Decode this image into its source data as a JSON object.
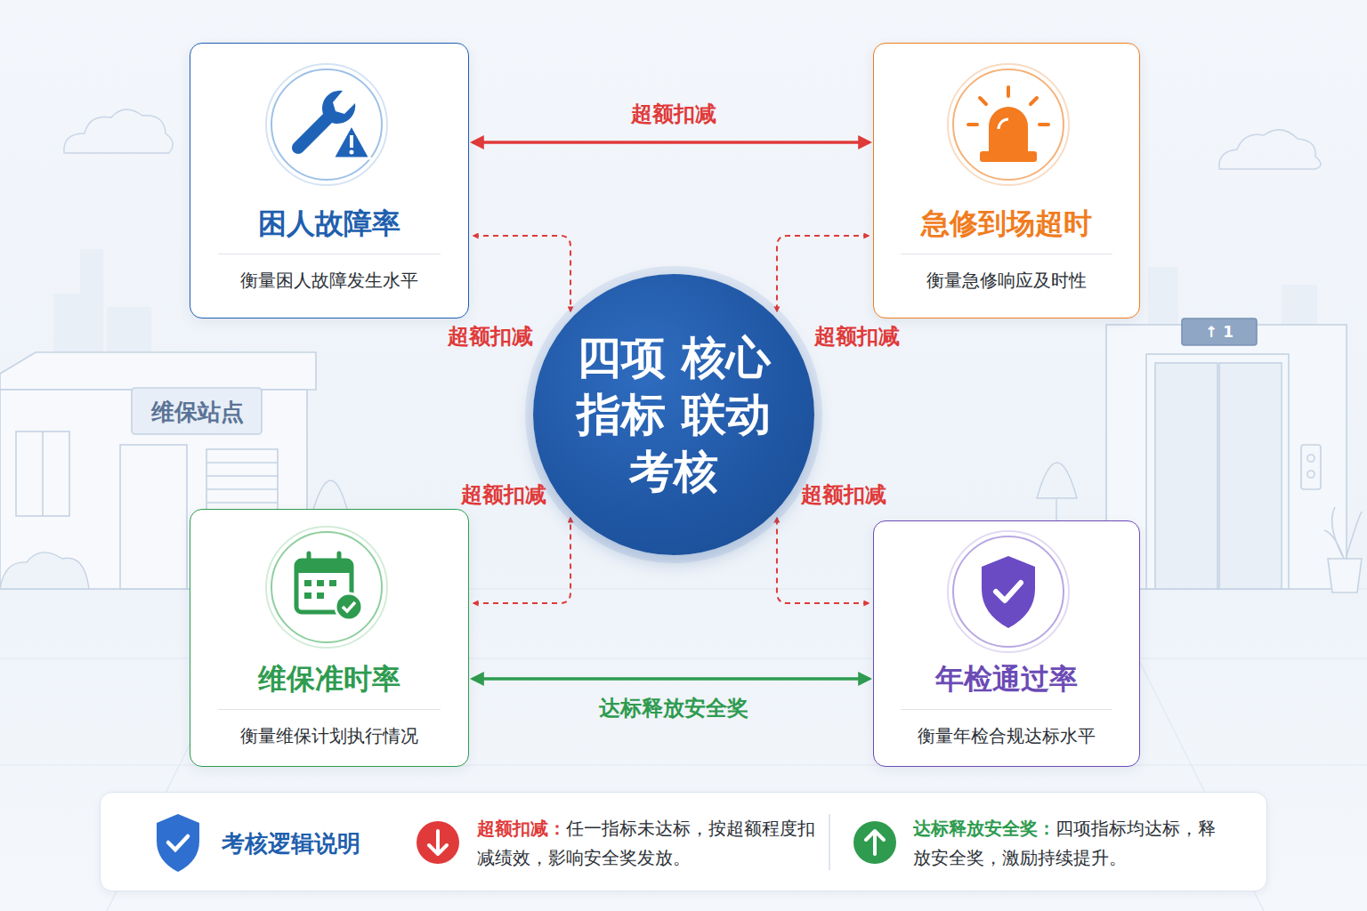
{
  "diagram": {
    "nodes": [
      {
        "text": [
          "困人故障率",
          "衡量困人故障发生水平"
        ]
      },
      {
        "text": [
          "急修到场超时",
          "衡量急修响应及时性"
        ]
      },
      {
        "text": [
          "四项 核心指标 联动考核"
        ]
      },
      {
        "text": [
          "维保准时率",
          "衡量维保计划执行情况"
        ]
      },
      {
        "text": [
          "年检通过率",
          "衡量年检合规达标水平"
        ]
      },
      {
        "text": [
          "考核逻辑说明",
          "超额扣减：",
          "任一指标未达标，按超额程度扣减绩效，影响安全奖发放。",
          "达标释放安全奖：",
          "四项指标均达标，释放安全奖，激励持续提升。"
        ]
      }
    ],
    "edges": [
      {
        "from": 0,
        "to": 1,
        "arrow": "both",
        "label": "超额扣减"
      },
      {
        "from": 0,
        "to": 2,
        "arrow": "both",
        "label": "超额扣减"
      },
      {
        "from": 1,
        "to": 2,
        "arrow": "both",
        "label": "超额扣减"
      },
      {
        "from": 3,
        "to": 2,
        "arrow": "both",
        "label": "超额扣减"
      },
      {
        "from": 4,
        "to": 2,
        "arrow": "both",
        "label": "超额扣减"
      },
      {
        "from": 3,
        "to": 4,
        "arrow": "both",
        "label": "达标释放安全奖"
      }
    ],
    "labels": [
      "维保站点",
      "↑ 1"
    ]
  }
}
